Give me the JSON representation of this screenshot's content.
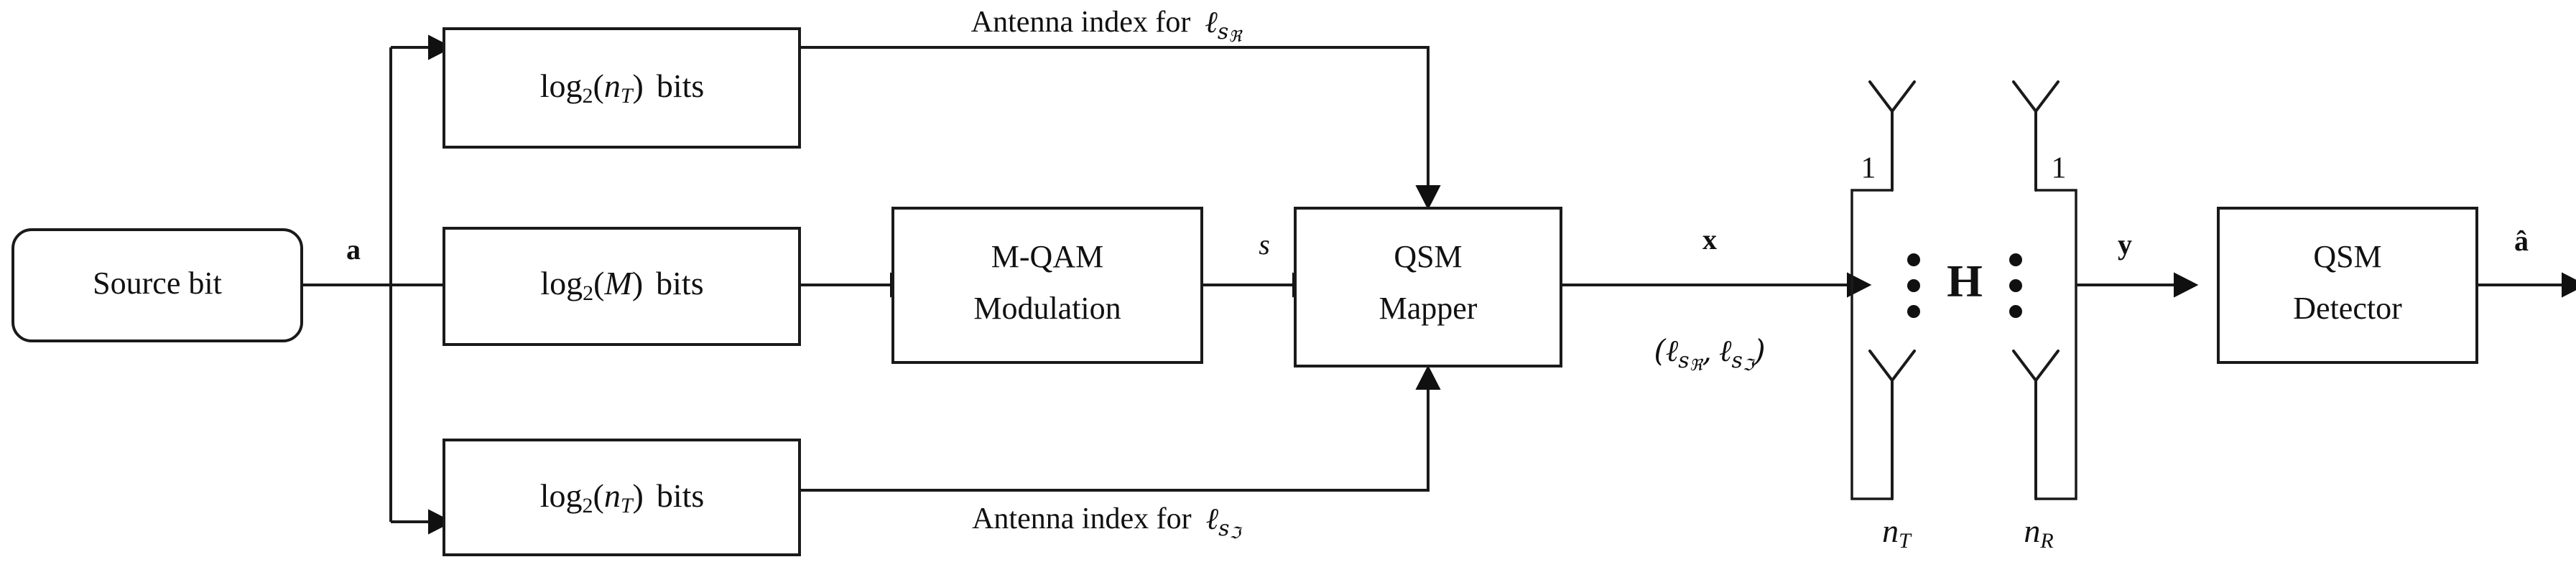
{
  "diagram": {
    "title": "QSM (Quadrature Spatial Modulation) transceiver block diagram",
    "colors": {
      "line": "#1a1a1a",
      "background": "#ffffff",
      "text": "#111111"
    },
    "blocks": {
      "source_bit": {
        "label": "Source bit",
        "shape": "rounded-rect"
      },
      "log2_nt_top": {
        "prefix": "log",
        "base": "2",
        "open": "(",
        "arg": "n",
        "arg_sub": "T",
        "close": ")",
        "suffix": "bits",
        "shape": "rect"
      },
      "log2_m": {
        "prefix": "log",
        "base": "2",
        "open": "(",
        "arg": "M",
        "arg_sub": "",
        "close": ")",
        "suffix": "bits",
        "shape": "rect"
      },
      "log2_nt_bottom": {
        "prefix": "log",
        "base": "2",
        "open": "(",
        "arg": "n",
        "arg_sub": "T",
        "close": ")",
        "suffix": "bits",
        "shape": "rect"
      },
      "mqam": {
        "line1": "M-QAM",
        "line2": "Modulation",
        "shape": "rect"
      },
      "qsm_mapper": {
        "line1": "QSM",
        "line2": "Mapper",
        "shape": "rect"
      },
      "qsm_detector": {
        "line1": "QSM",
        "line2": "Detector",
        "shape": "rect"
      }
    },
    "signals": {
      "a": "a",
      "s": "s",
      "x": "x",
      "y": "y",
      "a_hat": "â",
      "antenna_pair_open": "(",
      "antenna_pair_l1": "ℓ",
      "antenna_pair_sub1": "s",
      "antenna_pair_subsub1": "ℜ",
      "antenna_pair_comma": ",",
      "antenna_pair_l2": "ℓ",
      "antenna_pair_sub2": "s",
      "antenna_pair_subsub2": "ℑ",
      "antenna_pair_close": ")"
    },
    "captions": {
      "top": {
        "text": "Antenna index for",
        "symbol": "ℓ",
        "sub": "s",
        "subsub": "ℜ"
      },
      "bottom": {
        "text": "Antenna index for",
        "symbol": "ℓ",
        "sub": "s",
        "subsub": "ℑ"
      }
    },
    "channel": {
      "matrix_symbol": "H",
      "tx": {
        "first_index": "1",
        "last_index": "n",
        "last_index_sub": "T",
        "dots": "⋮"
      },
      "rx": {
        "first_index": "1",
        "last_index": "n",
        "last_index_sub": "R",
        "dots": "⋮"
      }
    }
  }
}
